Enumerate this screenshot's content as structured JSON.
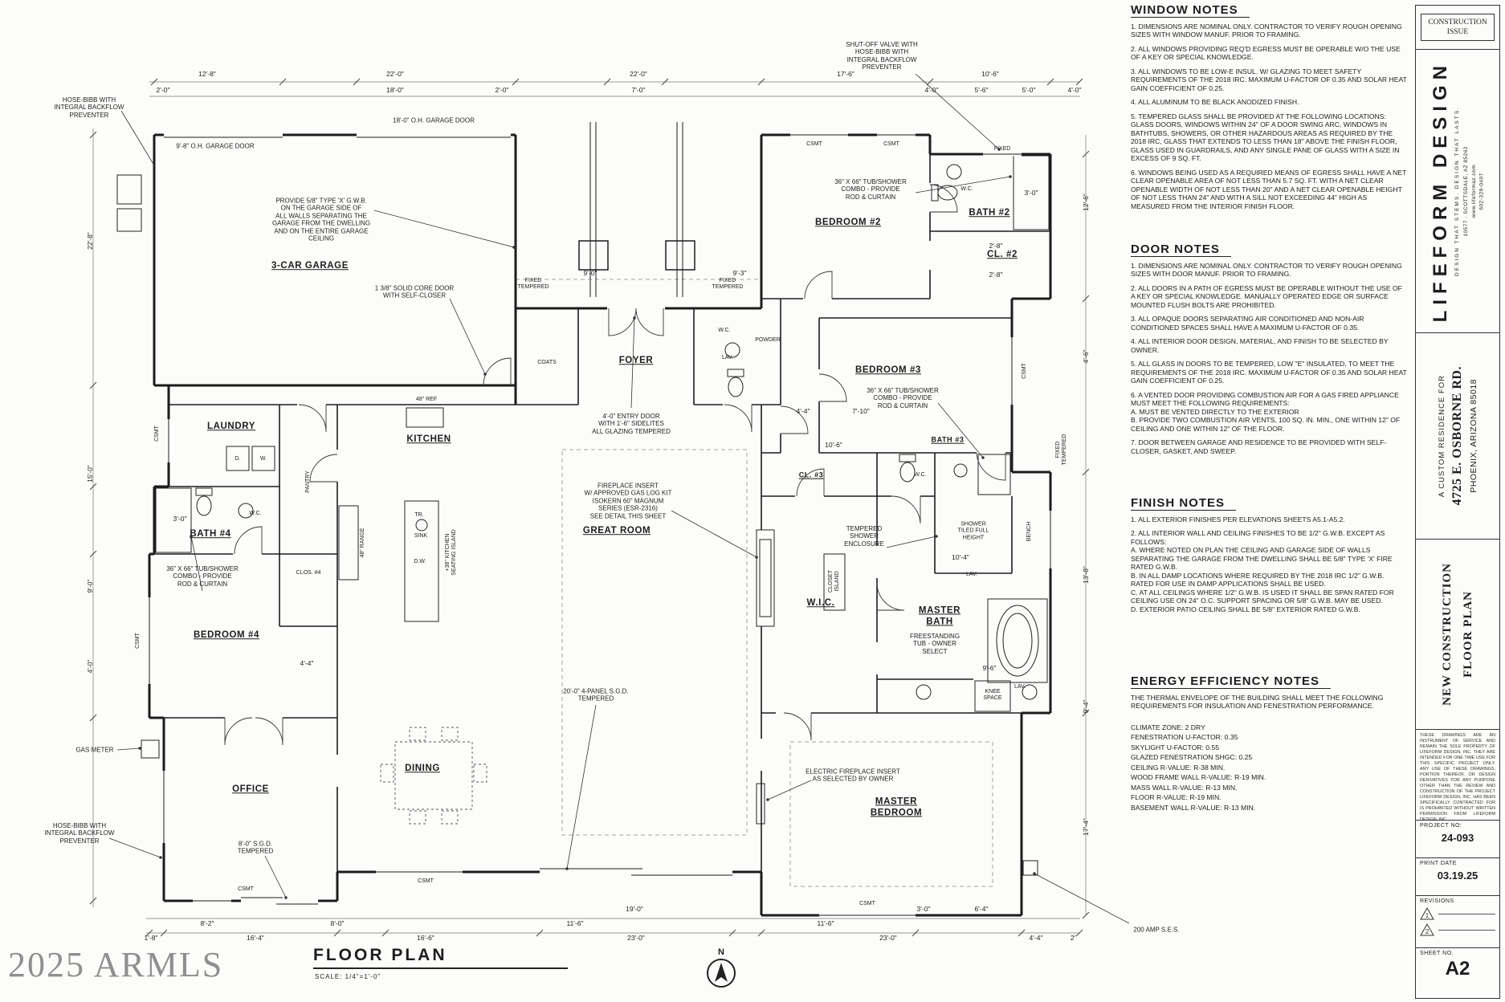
{
  "watermark": "2025 ARMLS",
  "plan": {
    "title": "FLOOR PLAN",
    "scale": "SCALE: 1/4\"=1'-0\"",
    "north": "N",
    "rooms": {
      "garage": "3-CAR GARAGE",
      "bedroom2": "BEDROOM #2",
      "bath2": "BATH #2",
      "cl2": "CL. #2",
      "foyer": "FOYER",
      "powder": "POWDER",
      "coats": "COATS",
      "laundry": "LAUNDRY",
      "kitchen": "KITCHEN",
      "pantry": "PANTRY",
      "bath4": "BATH #4",
      "clos4": "CLOS. #4",
      "bedroom4": "BEDROOM #4",
      "office": "OFFICE",
      "dining": "DINING",
      "great_room": "GREAT ROOM",
      "bedroom3": "BEDROOM #3",
      "bath3": "BATH #3",
      "cl3": "CL. #3",
      "wic": "W.I.C.",
      "master_bath": "MASTER\nBATH",
      "master_bedroom": "MASTER\nBEDROOM"
    },
    "small": {
      "wc": "W.C.",
      "lav": "LAV.",
      "csmt": "CSMT",
      "fixed": "FIXED",
      "fixed_tempered": "FIXED\nTEMPERED",
      "d": "D.",
      "w": "W.",
      "tr": "TR.",
      "sink": "SINK",
      "dw": "D.W.",
      "bench": "BENCH",
      "knee": "KNEE\nSPACE",
      "closet_island": "CLOSET\nISLAND",
      "range": "48\" RANGE",
      "ref": "48\" REF",
      "island": "+36\" KITCHEN\nSEATING ISLAND",
      "shower": "SHOWER\nTILED FULL\nHEIGHT"
    },
    "callouts": {
      "hose_bibb": "HOSE-BIBB WITH\nINTEGRAL BACKFLOW\nPREVENTER",
      "shutoff": "SHUT-OFF VALVE WITH\nHOSE-BIBB WITH\nINTEGRAL BACKFLOW\nPREVENTER",
      "ohd9": "9'-8\" O.H. GARAGE DOOR",
      "ohd18": "18'-0\" O.H. GARAGE DOOR",
      "gwb": "PROVIDE 5/8\" TYPE 'X' G.W.B.\nON THE GARAGE SIDE OF\nALL WALLS SEPARATING THE\nGARAGE FROM THE DWELLING\nAND ON THE ENTIRE GARAGE\nCEILING",
      "solid_core": "1 3/8\" SOLID CORE DOOR\nWITH SELF-CLOSER",
      "tub_shower": "36\" X 66\" TUB/SHOWER\nCOMBO - PROVIDE\nROD & CURTAIN",
      "entry": "4'-0\" ENTRY DOOR\nWITH 1'-6\" SIDELITES\nALL GLAZING TEMPERED",
      "fireplace": "FIREPLACE INSERT\nW/ APPROVED GAS LOG KIT\nISOKERN 60\" MAGNUM\nSERIES (ESR-2316)\nSEE DETAIL THIS SHEET",
      "sgd20": "20'-0\" 4-PANEL S.G.D.\nTEMPERED",
      "sgd8": "8'-0\" S.G.D.\nTEMPERED",
      "tempered_shower": "TEMPERED\nSHOWER\nENCLOSURE",
      "freestanding": "FREESTANDING\nTUB - OWNER\nSELECT",
      "efp": "ELECTRIC FIREPLACE INSERT\nAS SELECTED BY OWNER",
      "gas": "GAS METER",
      "ses": "200 AMP S.E.S."
    },
    "dims": {
      "d1_8": "1'-8\"",
      "d2": "2'",
      "d2_0": "2'-0\"",
      "d2_8": "2'-8\"",
      "d3_0": "3'-0\"",
      "d4_0": "4'-0\"",
      "d4_4": "4'-4\"",
      "d4_6": "4'-6\"",
      "d5_0": "5'-0\"",
      "d5_6": "5'-6\"",
      "d6_4": "6'-4\"",
      "d7_0": "7'-0\"",
      "d7_10": "7'-10\"",
      "d8_0": "8'-0\"",
      "d8_2": "8'-2\"",
      "d9_0": "9'-0\"",
      "d9_3": "9'-3\"",
      "d9_4": "9'-4\"",
      "d9_6": "9'-6\"",
      "d10_4": "10'-4\"",
      "d10_6": "10'-6\"",
      "d11_6": "11'-6\"",
      "d12_6": "12'-6\"",
      "d12_8": "12'-8\"",
      "d13_8": "13'-8\"",
      "d15_0": "15'-0\"",
      "d16_4": "16'-4\"",
      "d16_6": "16'-6\"",
      "d17_4": "17'-4\"",
      "d17_6": "17'-6\"",
      "d18_0": "18'-0\"",
      "d19_0": "19'-0\"",
      "d22_0": "22'-0\"",
      "d22_8": "22'-8\"",
      "d23_0": "23'-0\""
    }
  },
  "notes": {
    "window": {
      "title": "WINDOW NOTES",
      "items": [
        "1. DIMENSIONS ARE NOMINAL ONLY. CONTRACTOR TO VERIFY ROUGH OPENING SIZES WITH WINDOW MANUF. PRIOR TO FRAMING.",
        "2. ALL WINDOWS PROVIDING REQ'D EGRESS MUST BE OPERABLE W/O THE USE OF A KEY OR SPECIAL KNOWLEDGE.",
        "3. ALL WINDOWS TO BE LOW-E INSUL. W/ GLAZING TO MEET SAFETY REQUIREMENTS OF THE 2018 IRC. MAXIMUM U-FACTOR OF 0.35 AND SOLAR HEAT GAIN COEFFICIENT OF 0.25.",
        "4. ALL ALUMINUM TO BE BLACK ANODIZED FINISH.",
        "5. TEMPERED GLASS SHALL BE PROVIDED AT THE FOLLOWING LOCATIONS: GLASS DOORS, WINDOWS WITHIN 24\" OF A DOOR SWING ARC, WINDOWS IN BATHTUBS, SHOWERS, OR OTHER HAZARDOUS AREAS AS REQUIRED BY THE 2018 IRC, GLASS THAT EXTENDS TO LESS THAN 18\" ABOVE THE FINISH FLOOR, GLASS USED IN GUARDRAILS, AND ANY SINGLE PANE OF GLASS WITH A SIZE IN EXCESS OF 9 SQ. FT.",
        "6. WINDOWS BEING USED AS A REQUIRED MEANS OF EGRESS SHALL HAVE A NET CLEAR OPENABLE AREA OF NOT LESS THAN 5.7 SQ. FT. WITH A NET CLEAR OPENABLE WIDTH OF NOT LESS THAN 20\" AND A NET CLEAR OPENABLE HEIGHT OF NOT LESS THAN 24\" AND WITH A SILL NOT EXCEEDING 44\" HIGH AS MEASURED FROM THE INTERIOR FINISH FLOOR."
      ]
    },
    "door": {
      "title": "DOOR NOTES",
      "items": [
        "1. DIMENSIONS ARE NOMINAL ONLY. CONTRACTOR TO VERIFY ROUGH OPENING SIZES WITH DOOR MANUF. PRIOR TO FRAMING.",
        "2. ALL DOORS IN A PATH OF EGRESS MUST BE OPERABLE WITHOUT THE USE OF A KEY OR SPECIAL KNOWLEDGE. MANUALLY OPERATED EDGE OR SURFACE MOUNTED FLUSH BOLTS ARE PROHIBITED.",
        "3. ALL OPAQUE DOORS SEPARATING AIR CONDITIONED AND NON-AIR CONDITIONED SPACES SHALL HAVE A MAXIMUM U-FACTOR OF 0.35.",
        "4. ALL INTERIOR DOOR DESIGN, MATERIAL, AND FINISH TO BE SELECTED BY OWNER.",
        "5. ALL GLASS IN DOORS TO BE TEMPERED, LOW \"E\" INSULATED, TO MEET THE REQUIREMENTS OF THE 2018 IRC. MAXIMUM U-FACTOR OF 0.35 AND SOLAR HEAT GAIN COEFFICIENT OF 0.25.",
        "6. A VENTED DOOR PROVIDING COMBUSTION AIR FOR A GAS FIRED APPLIANCE MUST MEET THE FOLLOWING REQUIREMENTS:\nA. MUST BE VENTED DIRECTLY TO THE EXTERIOR\nB. PROVIDE TWO COMBUSTION AIR VENTS, 100 SQ. IN. MIN., ONE WITHIN 12\" OF CEILING AND ONE WITHIN 12\" OF THE FLOOR.",
        "7. DOOR BETWEEN GARAGE AND RESIDENCE TO BE PROVIDED WITH SELF-CLOSER, GASKET, AND SWEEP."
      ]
    },
    "finish": {
      "title": "FINISH NOTES",
      "items": [
        "1. ALL EXTERIOR FINISHES PER ELEVATIONS SHEETS A5.1-A5.2.",
        "2. ALL INTERIOR WALL AND CEILING FINISHES TO BE 1/2\" G.W.B. EXCEPT AS FOLLOWS:\nA. WHERE NOTED ON PLAN THE CEILING AND GARAGE SIDE OF WALLS SEPARATING THE GARAGE FROM THE DWELLING SHALL BE 5/8\" TYPE 'X' FIRE RATED G.W.B.\nB. IN ALL DAMP LOCATIONS WHERE REQUIRED BY THE 2018 IRC 1/2\" G.W.B. RATED FOR USE IN DAMP APPLICATIONS SHALL BE USED.\nC. AT ALL CEILINGS WHERE 1/2\" G.W.B. IS USED IT SHALL BE SPAN RATED FOR CEILING USE ON 24\" O.C. SUPPORT SPACING OR 5/8\" G.W.B. MAY BE USED.\nD. EXTERIOR PATIO CEILING SHALL BE 5/8\" EXTERIOR RATED G.W.B."
      ]
    },
    "energy": {
      "title": "ENERGY EFFICIENCY NOTES",
      "intro": "THE THERMAL ENVELOPE OF THE BUILDING SHALL MEET THE FOLLOWING REQUIREMENTS FOR INSULATION AND FENESTRATION PERFORMANCE.",
      "items": [
        "CLIMATE ZONE: 2 DRY",
        "FENESTRATION U-FACTOR: 0.35",
        "SKYLIGHT U-FACTOR: 0.55",
        "GLAZED FENESTRATION SHGC: 0.25",
        "CEILING R-VALUE: R-38 MIN.",
        "WOOD FRAME WALL R-VALUE: R-19 MIN.",
        "MASS WALL R-VALUE: R-13 MIN.",
        "FLOOR R-VALUE: R-19 MIN.",
        "BASEMENT WALL R-VALUE: R-13 MIN."
      ]
    }
  },
  "titleblock": {
    "issue_line1": "CONSTRUCTION",
    "issue_line2": "ISSUE",
    "firm_name": "LIFEFORM DESIGN",
    "firm_tagline": "DESIGN THAT STEMS. DESIGN THAT LASTS.",
    "firm_address": "10577 · SCOTTSDALE, AZ 85262\nwww.lifeformaz.com\n602-329-0407",
    "project_label": "A CUSTOM RESIDENCE FOR",
    "project_address": "4725 E. OSBORNE RD.",
    "project_city": "PHOENIX, ARIZONA 85018",
    "sheet_title_line1": "NEW CONSTRUCTION",
    "sheet_title_line2": "FLOOR PLAN",
    "copyright": "THESE DRAWINGS ARE AN INSTRUMENT OF SERVICE AND REMAIN THE SOLE PROPERTY OF LIFEFORM DESIGN, INC. THEY ARE INTENDED FOR ONE TIME USE FOR THIS SPECIFIC PROJECT ONLY. ANY USE OF THESE DRAWINGS, PORTION THEREOF, OR DESIGN DERIVATIVES FOR ANY PURPOSE OTHER THAN THE REVIEW AND CONSTRUCTION OF THE PROJECT LIFEFORM DESIGN, INC. HAS BEEN SPECIFICALLY CONTRACTED FOR IS PROHIBITED WITHOUT WRITTEN PERMISSION FROM LIFEFORM DESIGN, INC.",
    "project_no_label": "PROJECT NO:",
    "project_no": "24-093",
    "print_date_label": "PRINT DATE",
    "print_date": "03.19.25",
    "revisions_label": "REVISIONS",
    "rev1": "1",
    "rev2": "2",
    "sheet_no_label": "SHEET NO.",
    "sheet_no": "A2"
  }
}
